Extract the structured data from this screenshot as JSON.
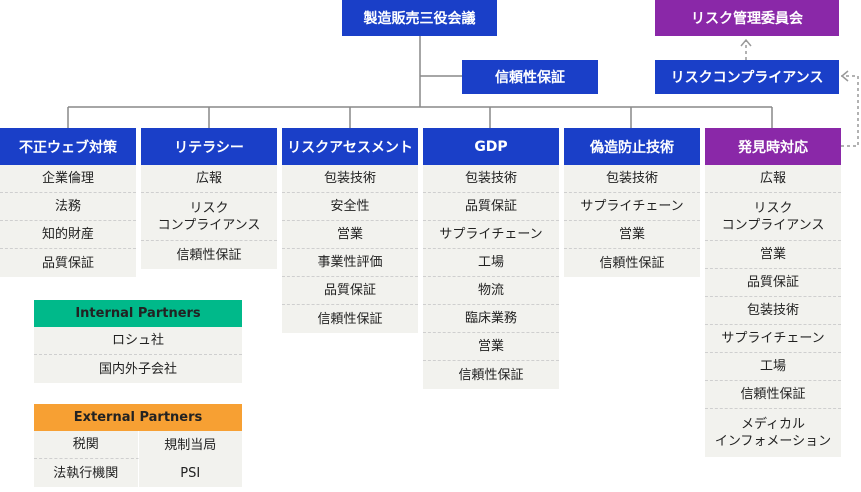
{
  "top": {
    "board": "製造販売三役会議",
    "reliability": "信頼性保証",
    "risk_committee": "リスク管理委員会",
    "risk_compliance": "リスクコンプライアンス"
  },
  "columns": [
    {
      "title": "不正ウェブ対策",
      "color": "#1a3fc8",
      "items": [
        "企業倫理",
        "法務",
        "知的財産",
        "品質保証"
      ]
    },
    {
      "title": "リテラシー",
      "color": "#1a3fc8",
      "items": [
        "広報",
        "リスク\nコンプライアンス",
        "信頼性保証"
      ]
    },
    {
      "title": "リスクアセスメント",
      "color": "#1a3fc8",
      "items": [
        "包装技術",
        "安全性",
        "営業",
        "事業性評価",
        "品質保証",
        "信頼性保証"
      ]
    },
    {
      "title": "GDP",
      "color": "#1a3fc8",
      "items": [
        "包装技術",
        "品質保証",
        "サプライチェーン",
        "工場",
        "物流",
        "臨床業務",
        "営業",
        "信頼性保証"
      ]
    },
    {
      "title": "偽造防止技術",
      "color": "#1a3fc8",
      "items": [
        "包装技術",
        "サプライチェーン",
        "営業",
        "信頼性保証"
      ]
    },
    {
      "title": "発見時対応",
      "color": "#8a28a8",
      "items": [
        "広報",
        "リスク\nコンプライアンス",
        "営業",
        "品質保証",
        "包装技術",
        "サプライチェーン",
        "工場",
        "信頼性保証",
        "メディカル\nインフォメーション"
      ]
    }
  ],
  "internal_partners": {
    "title": "Internal Partners",
    "color": "#00b98a",
    "items": [
      "ロシュ社",
      "国内外子会社"
    ]
  },
  "external_partners": {
    "title": "External Partners",
    "color": "#f7a033",
    "rows": [
      [
        "税関",
        "規制当局"
      ],
      [
        "法執行機関",
        "PSI"
      ]
    ]
  }
}
